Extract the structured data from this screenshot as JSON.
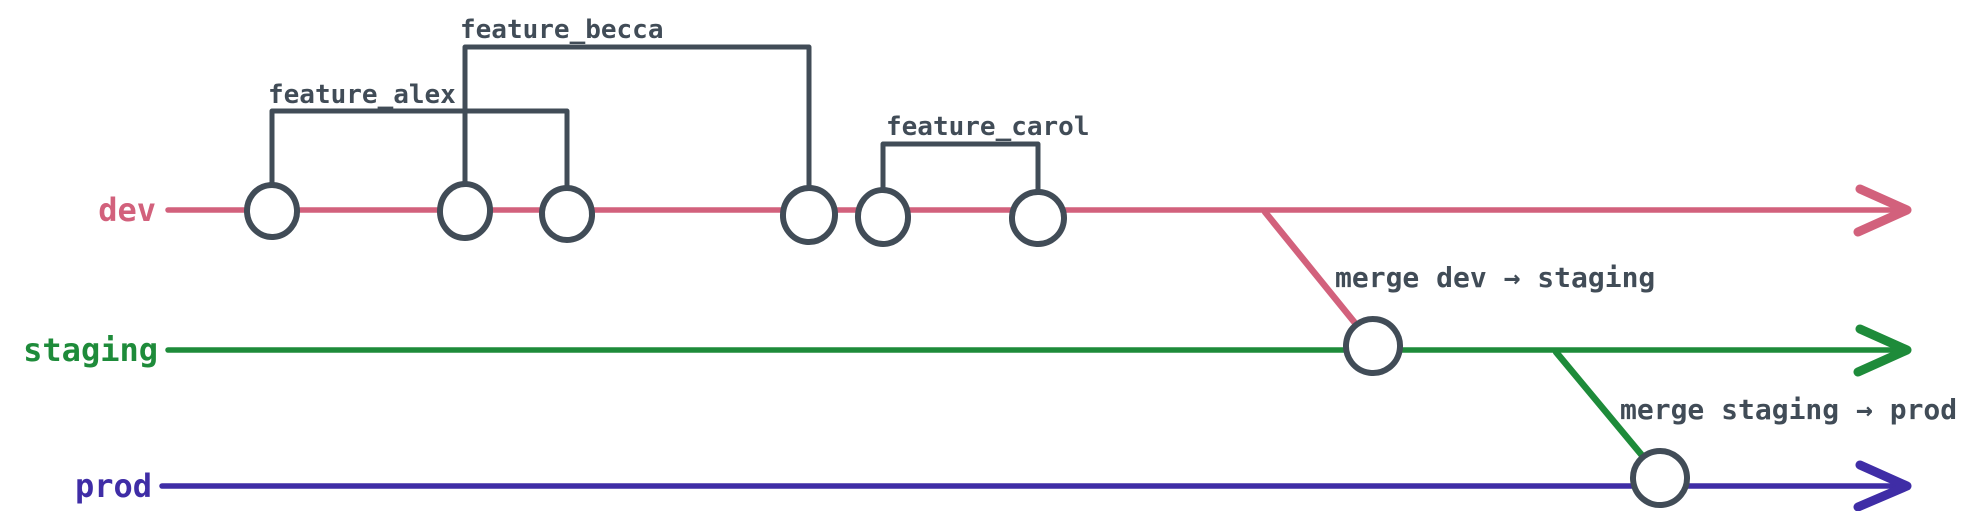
{
  "colors": {
    "dev": "#d2617c",
    "staging": "#1e8b3a",
    "prod": "#3f2da6",
    "ink": "#414c57",
    "node_fill": "#ffffff",
    "background": "#ffffff"
  },
  "branches": {
    "dev": {
      "label": "dev",
      "commit_nodes": 6
    },
    "staging": {
      "label": "staging",
      "commit_nodes": 1
    },
    "prod": {
      "label": "prod",
      "commit_nodes": 1
    }
  },
  "features": {
    "alex": {
      "label": "feature_alex",
      "commit_nodes": 2
    },
    "becca": {
      "label": "feature_becca",
      "commit_nodes": 2
    },
    "carol": {
      "label": "feature_carol",
      "commit_nodes": 2
    }
  },
  "merges": {
    "dev_to_staging": {
      "label": "merge dev → staging"
    },
    "staging_to_prod": {
      "label": "merge staging → prod"
    }
  }
}
